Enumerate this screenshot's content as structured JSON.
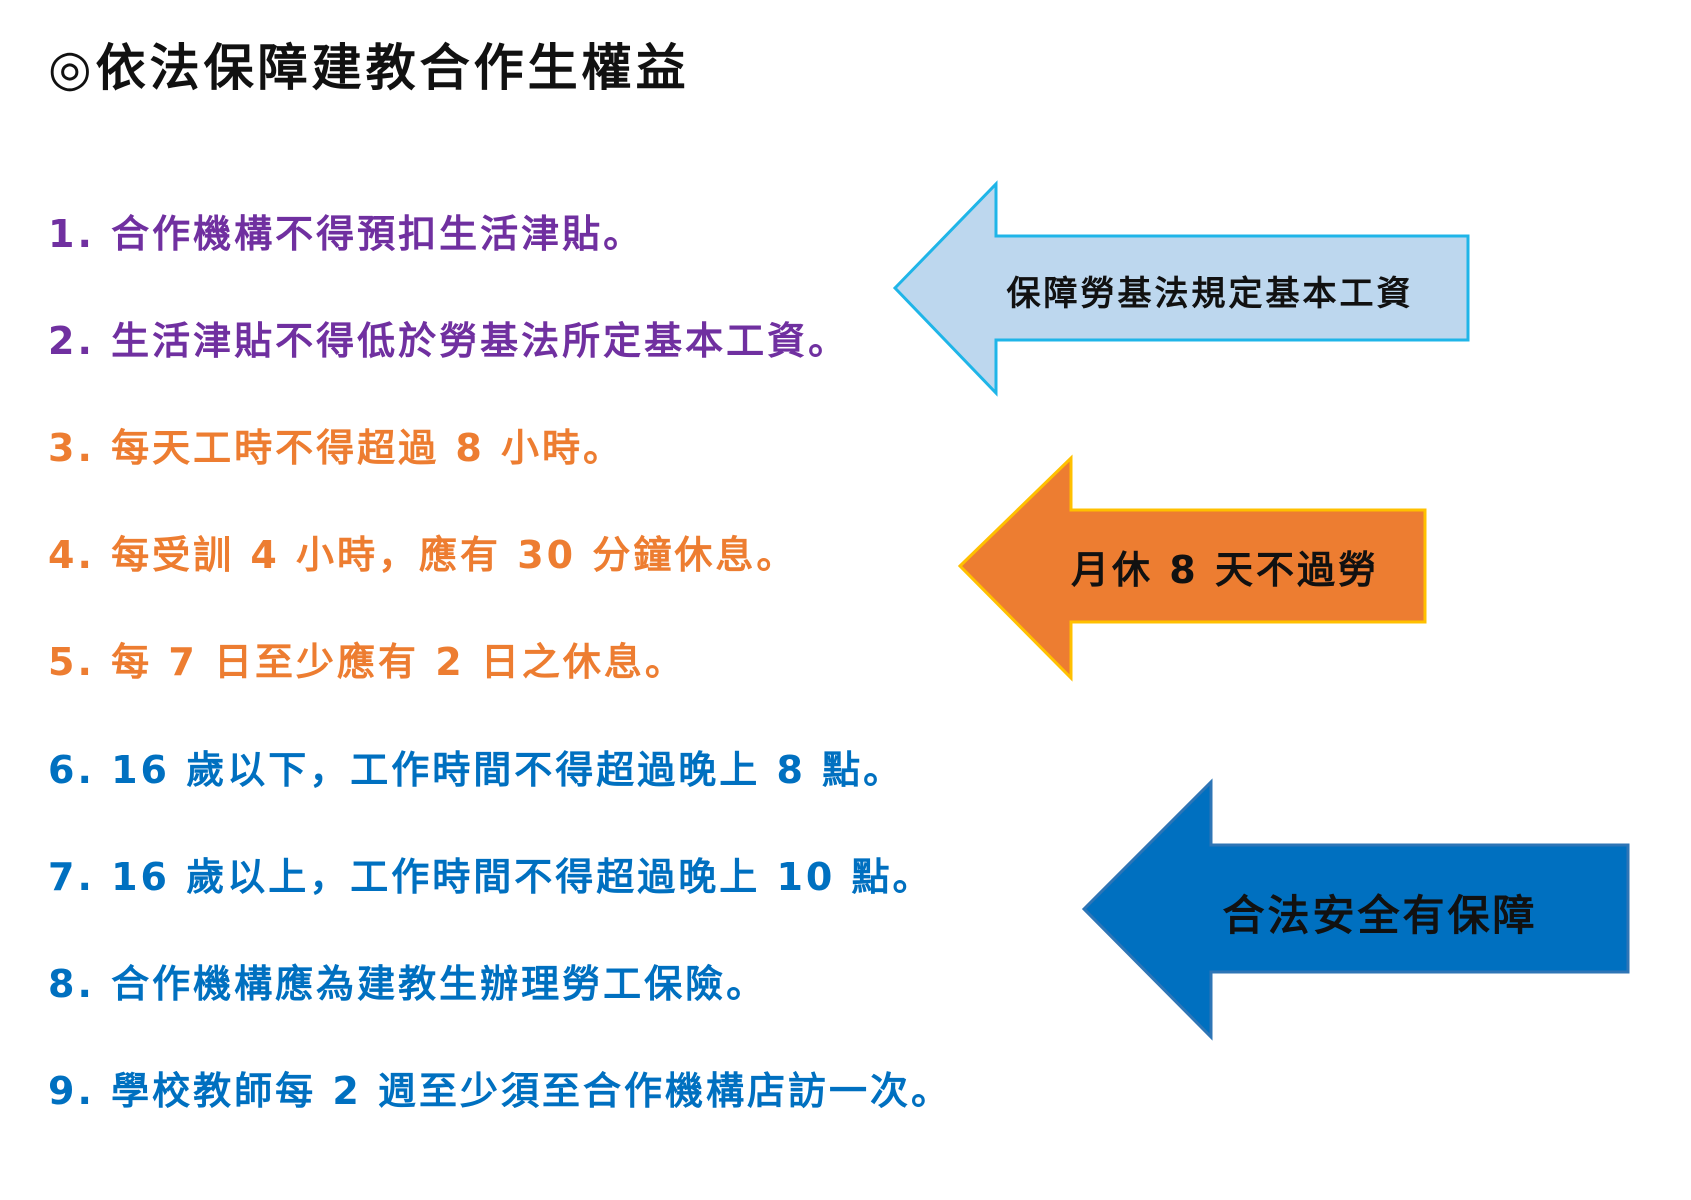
{
  "title": "◎依法保障建教合作生權益",
  "colors": {
    "purple": "#7030a0",
    "orange": "#ed7d31",
    "blue": "#0070c0"
  },
  "rules": [
    {
      "text": "1. 合作機構不得預扣生活津貼。",
      "color": "#7030a0"
    },
    {
      "text": "2. 生活津貼不得低於勞基法所定基本工資。",
      "color": "#7030a0"
    },
    {
      "text": "3. 每天工時不得超過 8 小時。",
      "color": "#ed7d31"
    },
    {
      "text": "4. 每受訓 4 小時，應有 30 分鐘休息。",
      "color": "#ed7d31"
    },
    {
      "text": "5. 每 7 日至少應有 2 日之休息。",
      "color": "#ed7d31"
    },
    {
      "text": "6. 16 歲以下，工作時間不得超過晚上 8 點。",
      "color": "#0070c0"
    },
    {
      "text": "7. 16 歲以上，工作時間不得超過晚上 10 點。",
      "color": "#0070c0"
    },
    {
      "text": "8. 合作機構應為建教生辦理勞工保險。",
      "color": "#0070c0"
    },
    {
      "text": "9. 學校教師每 2 週至少須至合作機構店訪一次。",
      "color": "#0070c0"
    }
  ],
  "callouts": {
    "wage": {
      "label": "保障勞基法規定基本工資",
      "fill": "#bdd7ee",
      "stroke": "#1fb5e8"
    },
    "rest": {
      "label": "月休 8 天不過勞",
      "fill": "#ed7d31",
      "stroke": "#ffc000"
    },
    "safety": {
      "label": "合法安全有保障",
      "fill": "#0070c0",
      "stroke": "#2e75b6"
    }
  }
}
